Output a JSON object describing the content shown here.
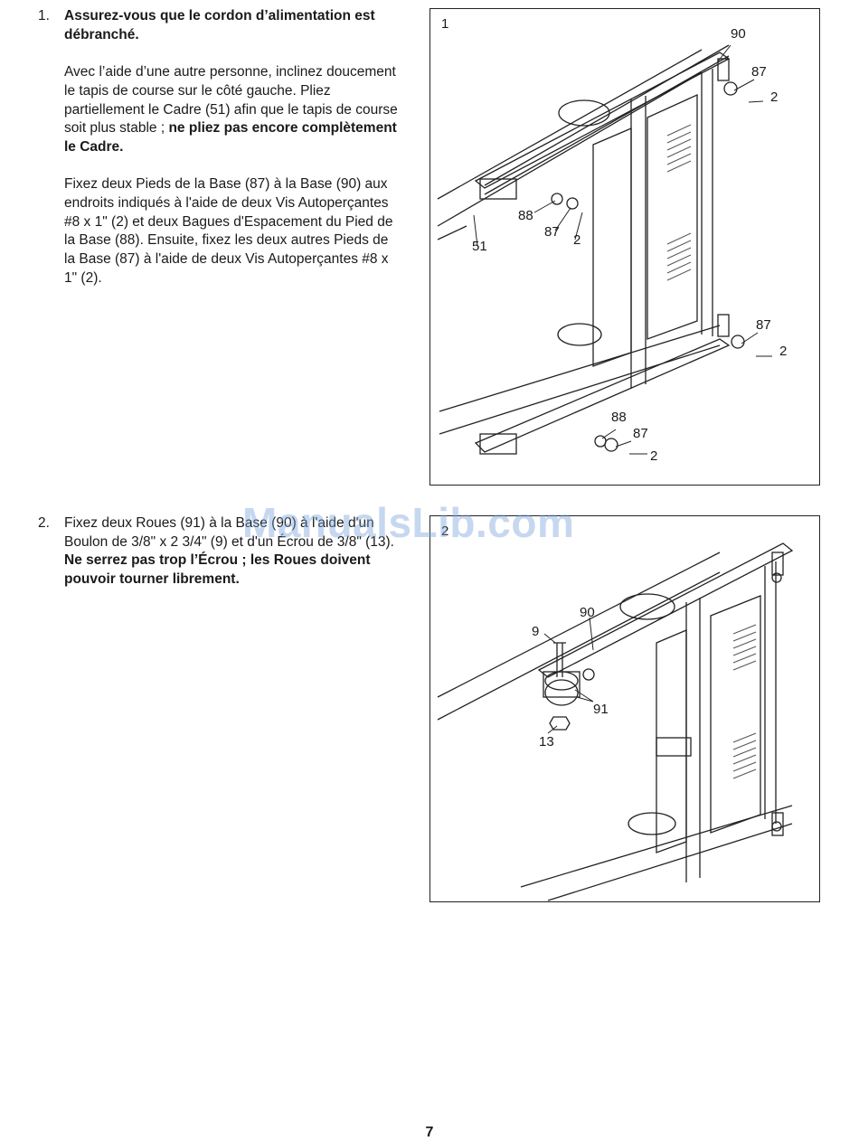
{
  "steps": [
    {
      "number": "1.",
      "title": "Assurez-vous que le cordon d’alimentation est débranché.",
      "p2_text": "Avec l’aide d’une autre personne, inclinez doucement le tapis de course sur le côté gauche. Pliez partiellement le Cadre (51) afin que le tapis de course soit plus stable ; ",
      "p2_bold": "ne pliez pas encore complètement le Cadre.",
      "p3_text": "Fixez deux Pieds de la Base (87) à la Base (90) aux endroits indiqués à l'aide de deux Vis Autoperçantes #8 x 1\" (2) et deux Bagues d'Espacement du Pied de la Base (88). Ensuite, fixez les deux autres Pieds de la Base (87) à l'aide de deux Vis Autoperçantes #8 x 1\" (2)."
    },
    {
      "number": "2.",
      "p1_text": "Fixez deux Roues (91) à la Base (90) à l'aide d'un Boulon de 3/8\" x 2 3/4\" (9) et d'un Écrou de 3/8\" (13). ",
      "p1_bold": "Ne serrez pas trop l’Écrou ; les Roues doivent pouvoir tourner librement."
    }
  ],
  "figures": [
    {
      "number": "1",
      "callouts": {
        "c90": "90",
        "c87a": "87",
        "c2a": "2",
        "c88a": "88",
        "c87b": "87",
        "c2b": "2",
        "c51": "51",
        "c87c": "87",
        "c2c": "2",
        "c88b": "88",
        "c87d": "87",
        "c2d": "2"
      }
    },
    {
      "number": "2",
      "callouts": {
        "c90": "90",
        "c9": "9",
        "c91": "91",
        "c13": "13"
      }
    }
  ],
  "watermark": "ManualsLib.com",
  "page_number": "7"
}
